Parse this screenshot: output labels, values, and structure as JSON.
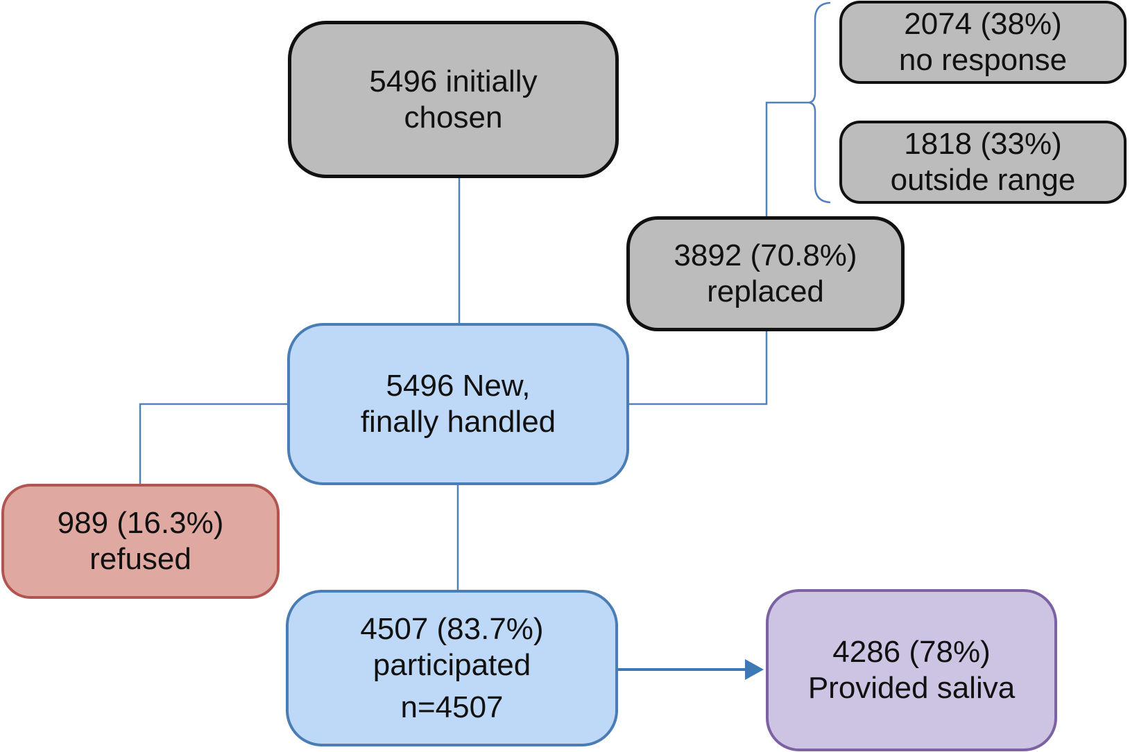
{
  "colors": {
    "gray_fill": "#bcbcbc",
    "gray_border": "#111111",
    "blue_fill": "#bed9f8",
    "blue_border": "#4a7cb5",
    "red_fill": "#dfa9a2",
    "red_border": "#b25450",
    "purple_fill": "#cdc3e3",
    "purple_border": "#7c62a2",
    "connector": "#4f81bd",
    "text": "#111111"
  },
  "nodes": {
    "initially_chosen": {
      "lines": [
        "5496 initially",
        "chosen"
      ]
    },
    "no_response": {
      "lines": [
        "2074 (38%)",
        "no response"
      ]
    },
    "outside_range": {
      "lines": [
        "1818 (33%)",
        "outside range"
      ]
    },
    "replaced": {
      "lines": [
        "3892 (70.8%)",
        "replaced"
      ]
    },
    "finally_handled": {
      "lines": [
        "5496 New,",
        "finally handled"
      ]
    },
    "refused": {
      "lines": [
        "989 (16.3%)",
        "refused"
      ]
    },
    "participated": {
      "lines": [
        "4507 (83.7%)",
        "participated",
        "n=4507"
      ]
    },
    "provided_saliva": {
      "lines": [
        "4286 (78%)",
        "Provided saliva"
      ]
    }
  }
}
